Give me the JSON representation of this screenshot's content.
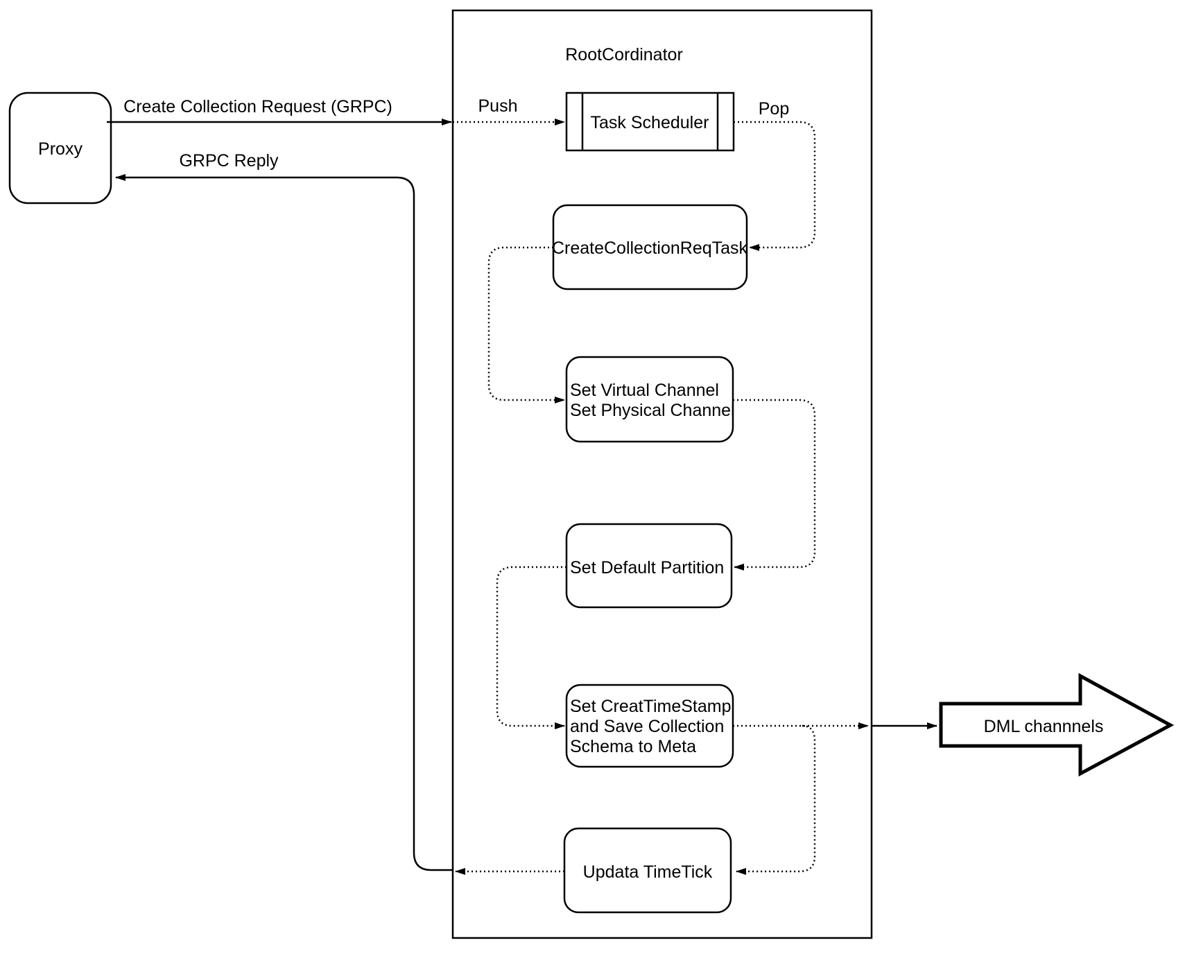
{
  "diagram": {
    "container_title": "RootCordinator",
    "nodes": {
      "proxy": "Proxy",
      "task_scheduler": "Task Scheduler",
      "create_collection_req_task": "CreateCollectionReqTask",
      "set_channels_line1": "Set Virtual Channel",
      "set_channels_line2": "Set Physical Channel",
      "set_default_partition": "Set Default Partition",
      "set_creat_timestamp_line1": "Set CreatTimeStamp",
      "set_creat_timestamp_line2": "and Save Collection",
      "set_creat_timestamp_line3": "Schema to Meta",
      "updata_timetick": "Updata TimeTick",
      "dml_channels": "DML channnels"
    },
    "edge_labels": {
      "request": "Create Collection Request (GRPC)",
      "reply": "GRPC Reply",
      "push": "Push",
      "pop": "Pop"
    },
    "colors": {
      "stroke": "#000000",
      "fill": "#ffffff",
      "background": "#ffffff"
    }
  }
}
